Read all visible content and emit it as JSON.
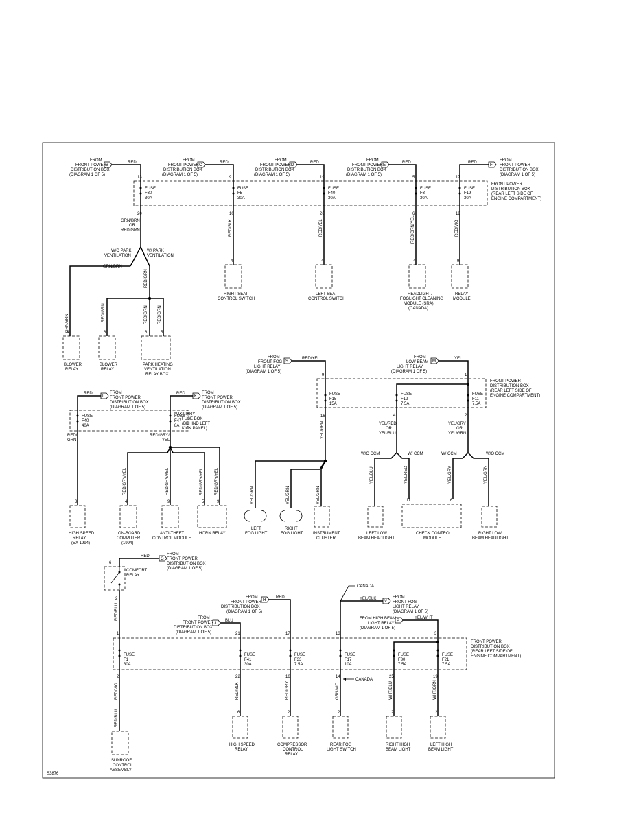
{
  "sheet_id": "S3876",
  "fuse_labels": {
    "f30": [
      "FUSE",
      "F30",
      "30A"
    ],
    "f5": [
      "FUSE",
      "F5",
      "30A"
    ],
    "f40a": [
      "FUSE",
      "F40",
      "30A"
    ],
    "f3": [
      "FUSE",
      "F3",
      "30A"
    ],
    "f19": [
      "FUSE",
      "F19",
      "30A"
    ],
    "f15": [
      "FUSE",
      "F15",
      "15A"
    ],
    "f12": [
      "FUSE",
      "F12",
      "7.5A"
    ],
    "f11": [
      "FUSE",
      "F11",
      "7.5A"
    ],
    "f40b": [
      "FUSE",
      "F40",
      "40A"
    ],
    "f47": [
      "FUSE",
      "F47",
      "8A"
    ],
    "f1": [
      "FUSE",
      "F1",
      "30A"
    ],
    "f41": [
      "FUSE",
      "F41",
      "30A"
    ],
    "f33": [
      "FUSE",
      "F33",
      "7.5A"
    ],
    "f17": [
      "FUSE",
      "F17",
      "10A"
    ],
    "f30b": [
      "FUSE",
      "F30",
      "7.5A"
    ],
    "f21": [
      "FUSE",
      "F21",
      "7.5A"
    ]
  },
  "sources": {
    "b": [
      "FROM",
      "FRONT POWER",
      "DISTRIBUTION BOX",
      "(DIAGRAM 1 OF 5)"
    ],
    "c": [
      "FROM",
      "FRONT POWER",
      "DISTRIBUTION BOX",
      "(DIAGRAM 1 OF 5)"
    ],
    "d": [
      "FROM",
      "FRONT POWER",
      "DISTRIBUTION BOX",
      "(DIAGRAM 1 OF 5)"
    ],
    "e": [
      "FROM",
      "FRONT POWER",
      "DISTRIBUTION BOX",
      "(DIAGRAM 1 OF 5)"
    ],
    "f": [
      "FROM",
      "FRONT POWER",
      "DISTRIBUTION BOX",
      "(DIAGRAM 1 OF 5)"
    ],
    "fog": [
      "FROM",
      "FRONT FOG",
      "LIGHT RELAY",
      "(DIAGRAM 1 OF 5)"
    ],
    "low": [
      "FROM",
      "LOW BEAM",
      "LIGHT RELAY",
      "(DIAGRAM 1 OF 5)"
    ],
    "l": [
      "FROM",
      "FRONT POWER",
      "DISTRIBUTION BOX",
      "(DIAGRAM 1 OF 5)"
    ],
    "j": [
      "FROM",
      "FRONT POWER",
      "DISTRIBUTION BOX",
      "(DIAGRAM 1 OF 5)"
    ],
    "k": [
      "FROM",
      "FRONT POWER",
      "DISTRIBUTION BOX",
      "(DIAGRAM 1 OF 5)"
    ],
    "g": [
      "FROM",
      "FRONT POWER",
      "DISTRIBUTION BOX",
      "(DIAGRAM 1 OF 5)"
    ],
    "h": [
      "FROM",
      "FRONT POWER",
      "DISTRIBUTION BOX",
      "(DIAGRAM 1 OF 5)"
    ],
    "v": [
      "FROM",
      "FRONT FOG",
      "LIGHT RELAY",
      "(DIAGRAM 1 OF 5)"
    ],
    "high": [
      "FROM HIGH BEAM",
      "LIGHT RELAY",
      "(DIAGRAM 1 OF 5)"
    ]
  },
  "ref_letters": {
    "b": "B",
    "c": "C",
    "d": "D",
    "e": "E",
    "f": "F",
    "fog": "S",
    "low": "M",
    "l": "L",
    "j": "J",
    "k": "K",
    "g": "G",
    "h": "H",
    "v": "V",
    "high": "P"
  },
  "boxes": {
    "fpdb1": [
      "FRONT POWER",
      "DISTRIBUTION BOX",
      "(REAR LEFT SIDE OF",
      "ENGINE COMPARTMENT)"
    ],
    "fpdb2": [
      "FRONT POWER",
      "DISTRIBUTION BOX",
      "(REAR LEFT SIDE OF",
      "ENGINE COMPARTMENT)"
    ],
    "aux": [
      "AUXILIARY",
      "FUSE BOX",
      "(BEHIND LEFT",
      "KICK PANEL)"
    ],
    "fpdb3": [
      "FRONT POWER",
      "DISTRIBUTION BOX",
      "(REAR LEFT SIDE OF",
      "ENGINE COMPARTMENT)"
    ]
  },
  "wire_colors": {
    "red_b": "RED",
    "red_c": "RED",
    "red_d": "RED",
    "red_e": "RED",
    "red_f": "RED",
    "grn_brn_or": [
      "GRN/BRN",
      "OR",
      "RED/GRN"
    ],
    "red_blk": "RED/BLK",
    "red_yel_20": "RED/YEL",
    "red_grn_yel": "RED/GRN/YEL",
    "red_vio_18": "RED/VIO",
    "grn_brn_h": "GRN/BRN",
    "red_grn_v": "RED/GRN",
    "grn_brn_v": "GRN/BRN",
    "red_grn_a": "RED/GRN",
    "red_grn_b": "RED/GRN",
    "red_grn_c": "RED/GRN",
    "red_yel_fog": "RED/YEL",
    "yel_low": "YEL",
    "yel_red_or": [
      "YEL/RED",
      "OR",
      "YEL/BLU"
    ],
    "yel_gry_or": [
      "YEL/GRY",
      "OR",
      "YEL/GRN"
    ],
    "red_aux": "RED",
    "red_aux2": "RED",
    "red_grn_left": [
      "RED/",
      "GRN"
    ],
    "red_gry_yel": [
      "RED/GRY/",
      "YEL"
    ],
    "yel_grn_10": "YEL/GRN",
    "yel_grn_a": "YEL/GRN",
    "yel_grn_b": "YEL/GRN",
    "yel_grn_c": "YEL/GRN",
    "yel_blu": "YEL/BLU",
    "yel_red": "YEL/RED",
    "yel_gry": "YEL/GRY",
    "yel_grn_d": "YEL/GRN",
    "rgy1": "RED/GRY/YEL",
    "rgy2": "RED/GRY/YEL",
    "rgy3": "RED/GRY/YEL",
    "rgy4": "RED/GRY/YEL",
    "red_l": "RED",
    "red_blu": "RED/BLU",
    "red_vio_1": "RED/VIO",
    "red_blu_bottom": "RED/BLU",
    "blu_j": "BLU",
    "red_k": "RED",
    "red_gry": "RED/GRY",
    "grn_vio": "GRN/VIO",
    "yel_blk": "YEL/BLK",
    "yel_wht": "YEL/WHT",
    "wht_blu": "WHT/BLU",
    "wht_grn": "WHT/GRN"
  },
  "pins": {
    "p13": "13",
    "p9": "9",
    "p19": "19",
    "p5": "5",
    "p17": "17",
    "p20": "20",
    "p10": "10",
    "p26": "26",
    "p6": "6",
    "p18": "18",
    "c_rs": "4",
    "c_ls": "4",
    "c_hl": "4",
    "c_rm": "9",
    "c_bl1": "4",
    "c_bl2": "6",
    "c_pv1": "6",
    "c_pv2": "5",
    "p9b": "9",
    "p1b": "1",
    "p16": "16",
    "p4": "4",
    "p2": "2",
    "c_cc": "11",
    "c_cc2": "6",
    "c_hs": "3",
    "c_ob": "4",
    "c_at": "9",
    "c_hr": "5",
    "c_hr2": "9",
    "r6": "6",
    "r2": "2",
    "p1c": "1",
    "p2c": "2",
    "p21": "21",
    "p17c": "17",
    "p13c": "13",
    "p3c": "3",
    "p22": "22",
    "p16c": "16",
    "p14c": "14",
    "p25c": "25",
    "p19c": "19",
    "c_hs2": "6",
    "c_cr": "2",
    "c_rf": "2",
    "c_rh": "2",
    "c_lh": "2"
  },
  "splits": {
    "wo_park": [
      "W/O PARK",
      "VENTILATION"
    ],
    "w_park": [
      "W/ PARK",
      "VENTILATION"
    ],
    "wo_ccm1": "W/O CCM",
    "w_ccm1": "W/ CCM",
    "w_ccm2": "W/ CCM",
    "wo_ccm2": "W/O CCM",
    "canada_top": "CANADA",
    "canada_mid": "CANADA"
  },
  "components": {
    "right_seat": [
      "RIGHT SEAT",
      "CONTROL SWITCH"
    ],
    "left_seat": [
      "LEFT SEAT",
      "CONTROL SWITCH"
    ],
    "headlight": [
      "HEADLIGHT/",
      "FOGLIGHT CLEANING",
      "MODULE (SRA)",
      "(CANADA)"
    ],
    "relay_module": [
      "RELAY",
      "MODULE"
    ],
    "blower1": [
      "BLOWER",
      "RELAY"
    ],
    "blower2": [
      "BLOWER",
      "RELAY"
    ],
    "park_vent": [
      "PARK HEATING",
      "VENTILATION",
      "RELAY BOX"
    ],
    "high_speed": [
      "HIGH SPEED",
      "RELAY",
      "(EX 1994)"
    ],
    "onboard": [
      "ON-BOARD",
      "COMPUTER",
      "(1994)"
    ],
    "antitheft": [
      "ANTI-THEFT",
      "CONTROL MODULE"
    ],
    "horn": [
      "HORN RELAY"
    ],
    "left_fog": [
      "LEFT",
      "FOG LIGHT"
    ],
    "right_fog": [
      "RIGHT",
      "FOG LIGHT"
    ],
    "instrument": [
      "INSTRUMENT",
      "CLUSTER"
    ],
    "left_low": [
      "LEFT LOW",
      "BEAM HEADLIGHT"
    ],
    "check_ctrl": [
      "CHECK CONTROL",
      "MODULE"
    ],
    "right_low": [
      "RIGHT LOW",
      "BEAM HEADLIGHT"
    ],
    "comfort": [
      "COMFORT",
      "RELAY"
    ],
    "sunroof": [
      "SUNROOF",
      "CONTROL",
      "ASSEMBLY"
    ],
    "hs_relay": [
      "HIGH SPEED",
      "RELAY"
    ],
    "compressor": [
      "COMPRESSOR",
      "CONTROL",
      "RELAY"
    ],
    "rear_fog": [
      "REAR FOG",
      "LIGHT SWITCH"
    ],
    "right_high": [
      "RIGHT HIGH",
      "BEAM LIGHT"
    ],
    "left_high": [
      "LEFT HIGH",
      "BEAM LIGHT"
    ]
  }
}
